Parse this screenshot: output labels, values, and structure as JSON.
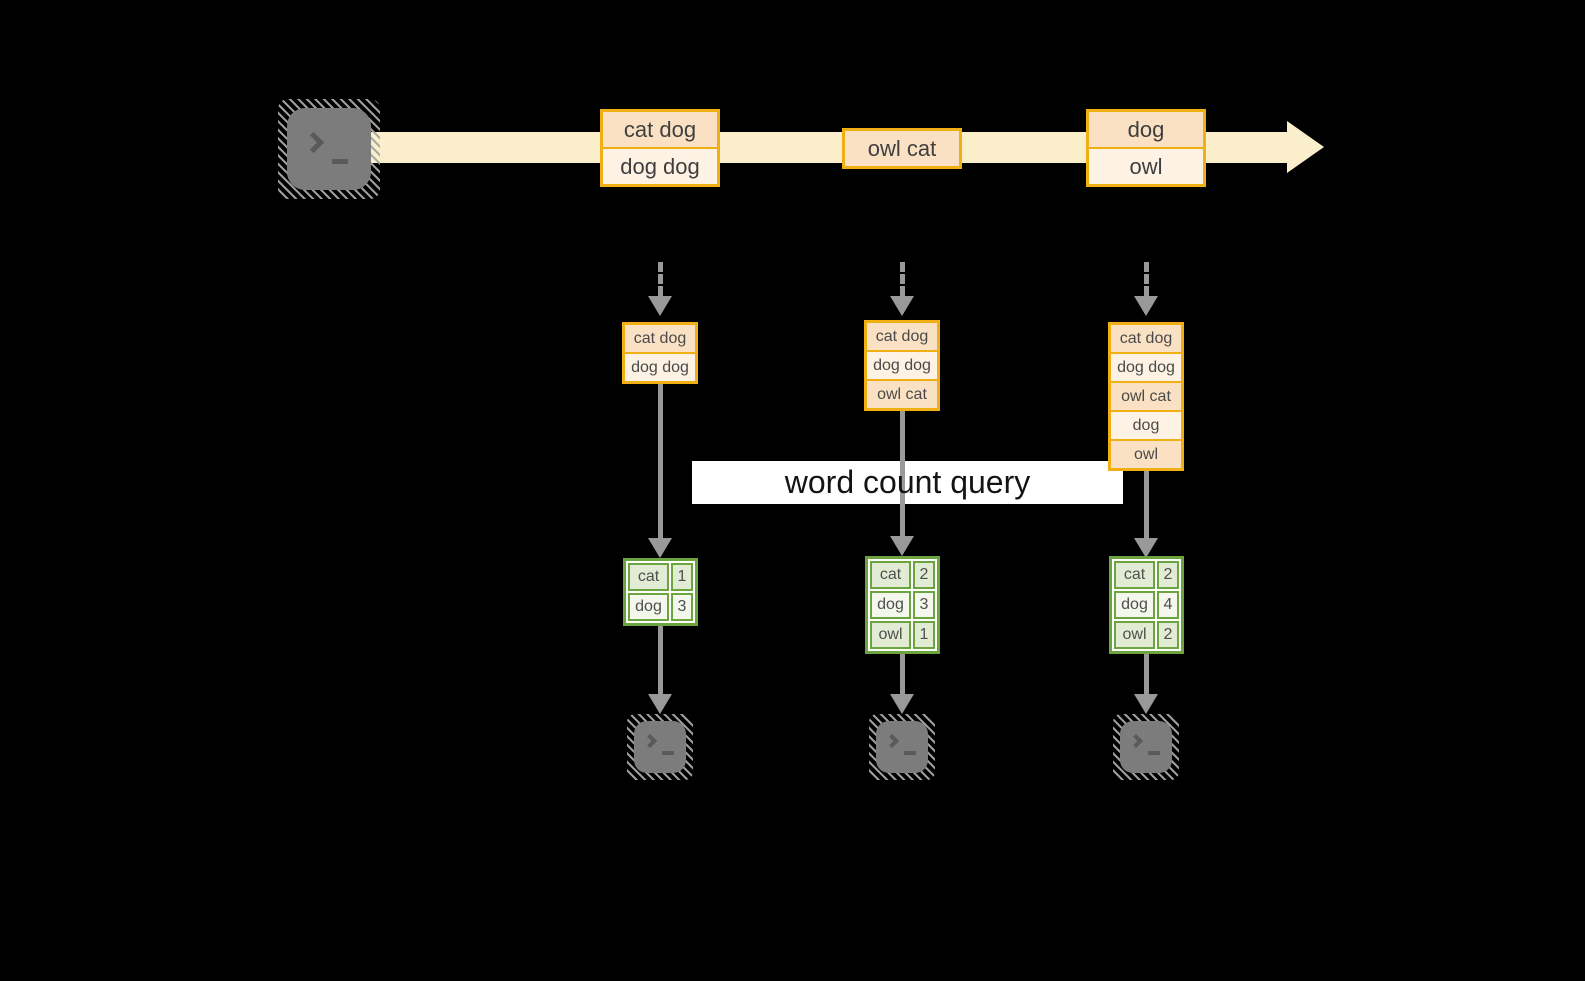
{
  "query": {
    "label": "word count query"
  },
  "stream": {
    "batches": [
      {
        "rows": [
          "cat dog",
          "dog dog"
        ]
      },
      {
        "rows": [
          "owl cat"
        ]
      },
      {
        "rows": [
          "dog",
          "owl"
        ]
      }
    ]
  },
  "accumulated": {
    "batches": [
      {
        "rows": [
          "cat dog",
          "dog dog"
        ]
      },
      {
        "rows": [
          "cat dog",
          "dog dog",
          "owl cat"
        ]
      },
      {
        "rows": [
          "cat dog",
          "dog dog",
          "owl cat",
          "dog",
          "owl"
        ]
      }
    ]
  },
  "results": [
    {
      "rows": [
        {
          "word": "cat",
          "count": "1"
        },
        {
          "word": "dog",
          "count": "3"
        }
      ]
    },
    {
      "rows": [
        {
          "word": "cat",
          "count": "2"
        },
        {
          "word": "dog",
          "count": "3"
        },
        {
          "word": "owl",
          "count": "1"
        }
      ]
    },
    {
      "rows": [
        {
          "word": "cat",
          "count": "2"
        },
        {
          "word": "dog",
          "count": "4"
        },
        {
          "word": "owl",
          "count": "2"
        }
      ]
    }
  ],
  "colors": {
    "background": "#000000",
    "stream_band": "#FBEFCB",
    "box_border": "#F0AF13",
    "box_fill_dark": "#FAE1C3",
    "box_fill_light": "#FDF2E3",
    "table_border": "#6CA53F",
    "table_fill_dark": "#E2ECD4",
    "table_fill_light": "#F3F7EC",
    "arrow_gray": "#999999",
    "query_band": "#FFFFFF"
  }
}
